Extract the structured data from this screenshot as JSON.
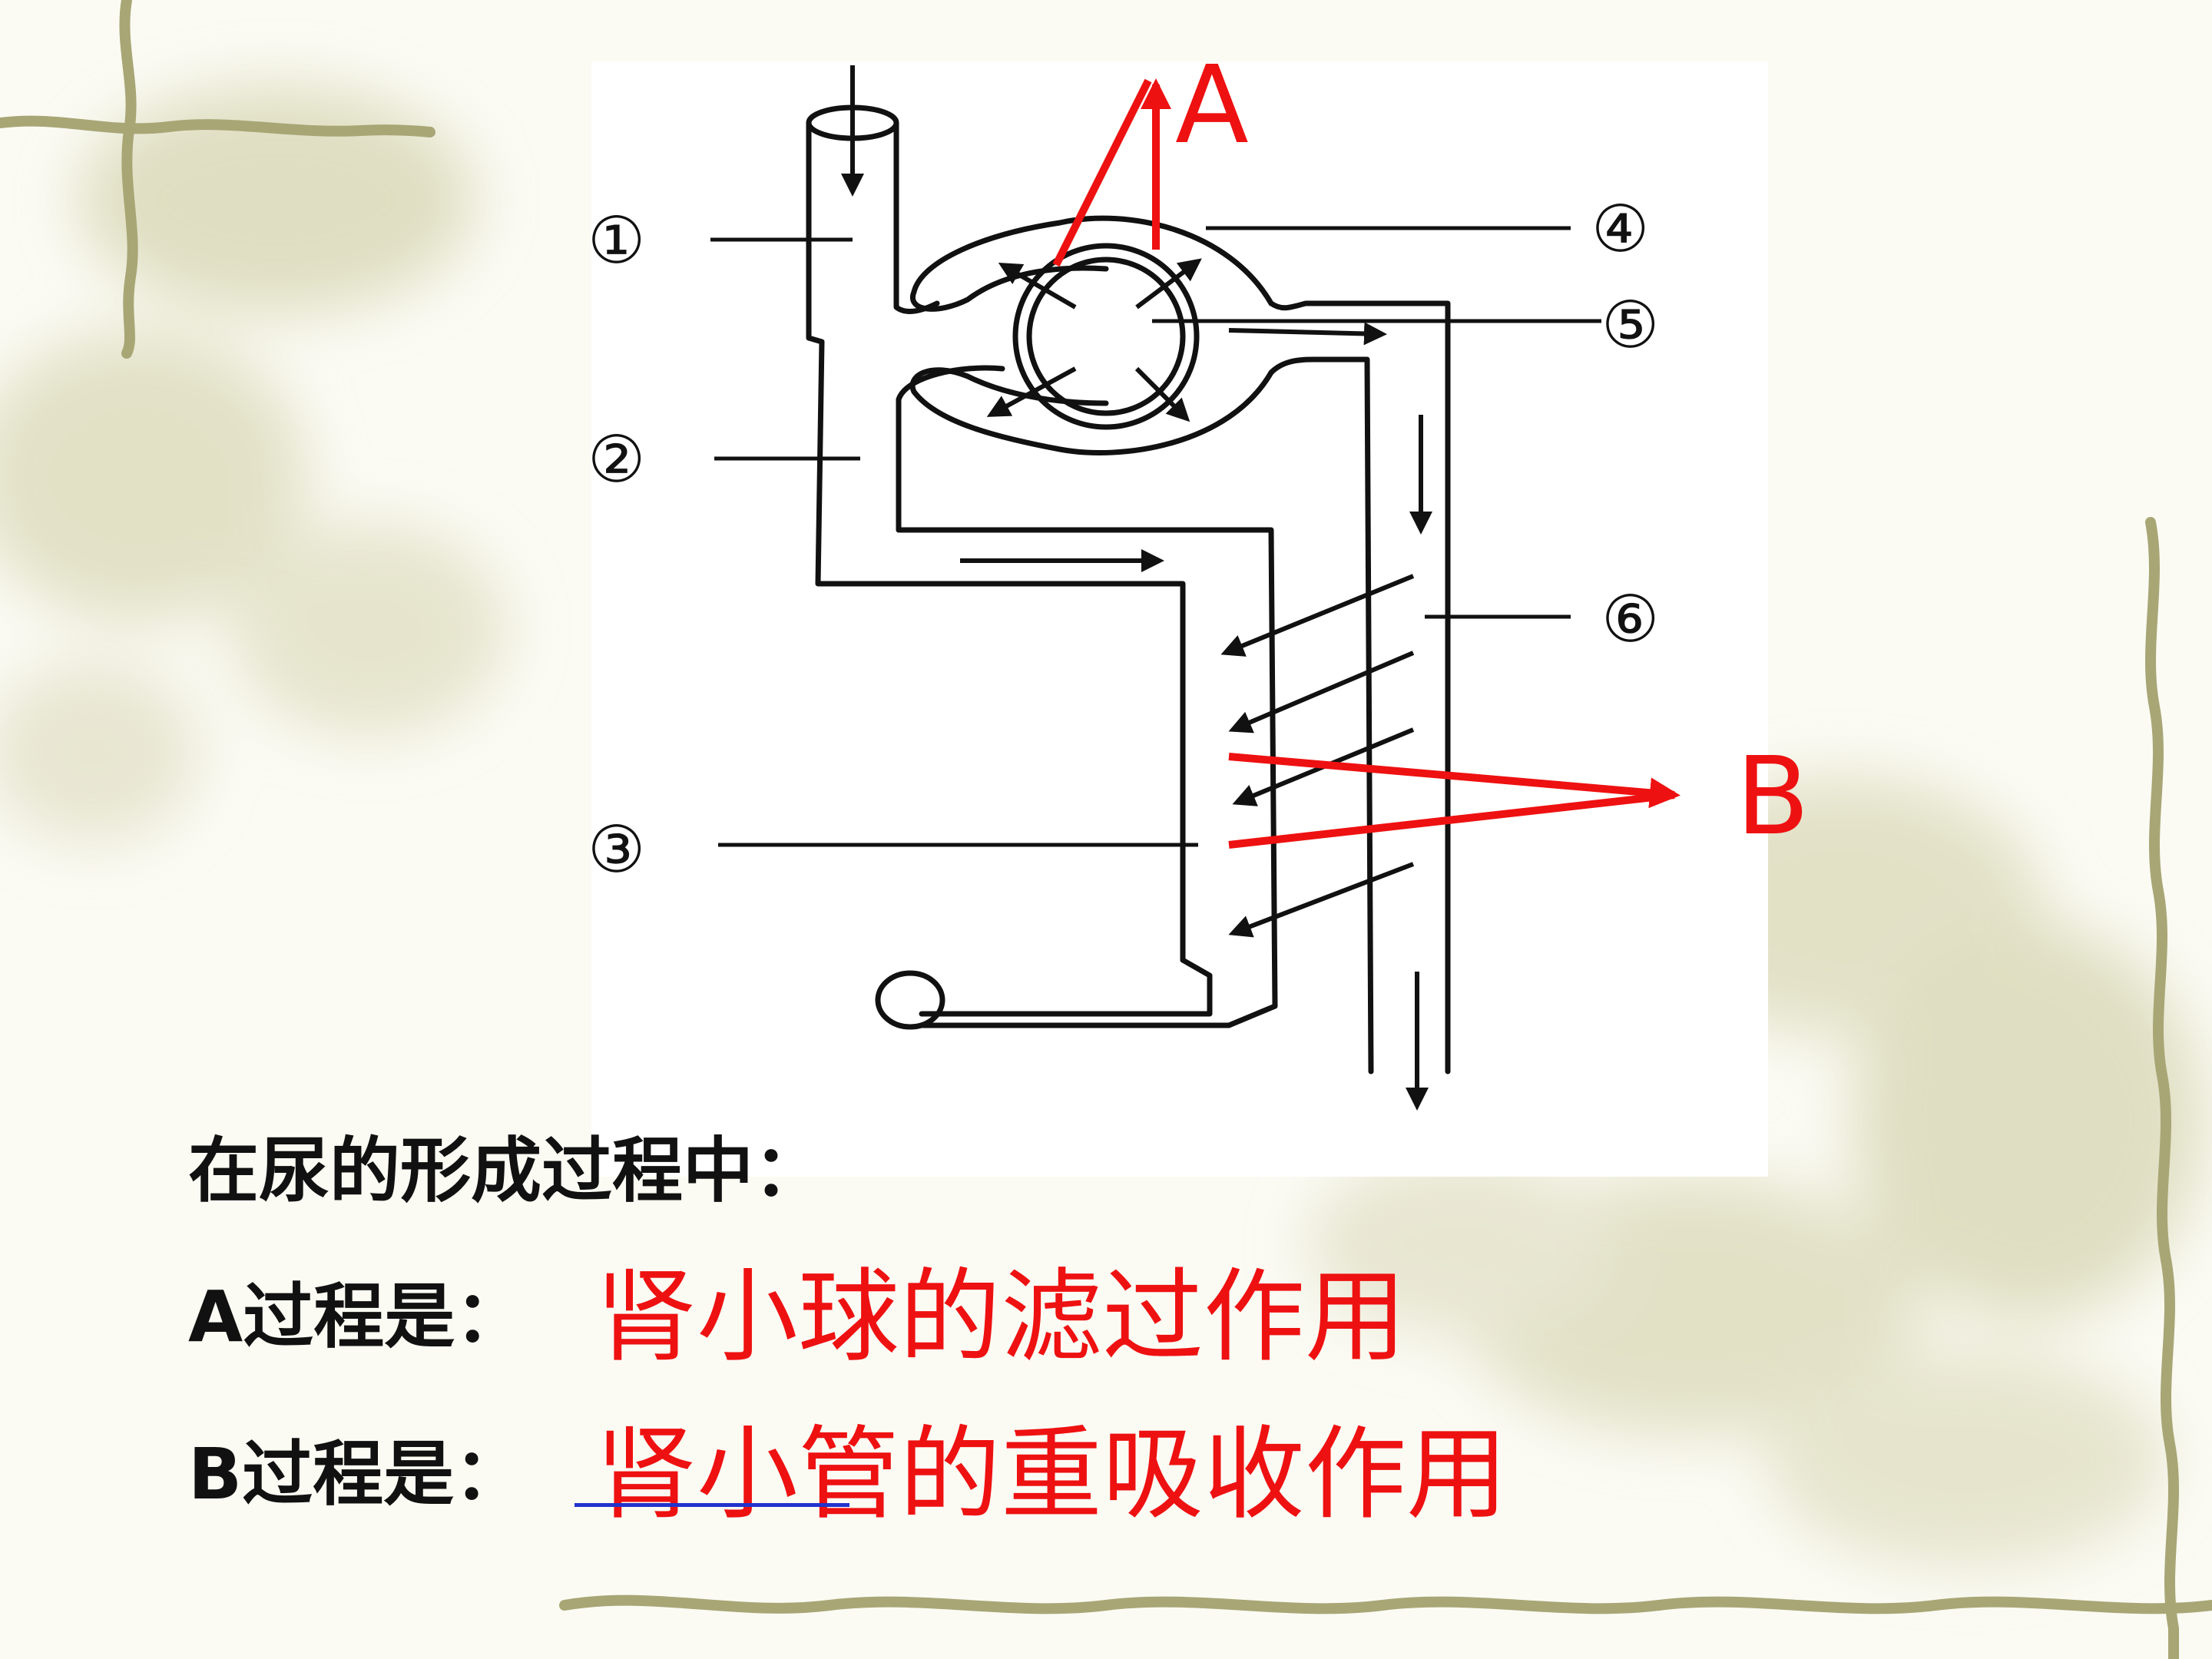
{
  "diagram": {
    "markers": [
      "①",
      "②",
      "③",
      "④",
      "⑤",
      "⑥"
    ],
    "label_a": "A",
    "label_b": "B",
    "colors": {
      "structure": "#111111",
      "highlight": "#ee1111",
      "underline": "#2233cc"
    }
  },
  "question": {
    "intro": "在尿的形成过程中：",
    "a_prompt": "A过程是：",
    "a_answer": "肾小球的滤过作用",
    "b_prompt": "B过程是：",
    "b_answer": "肾小管的重吸收作用"
  }
}
